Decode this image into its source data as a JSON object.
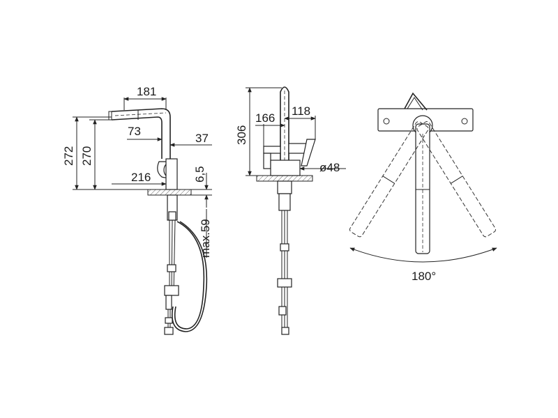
{
  "side_view": {
    "dim_spout_reach": "181",
    "dim_height_total": "272",
    "dim_height_inner": "270",
    "dim_spout_offset": "73",
    "dim_spout_dia": "37",
    "dim_base_reach": "216",
    "dim_counter_gap": "6,5",
    "dim_max_thickness": "max.59"
  },
  "front_view": {
    "dim_height": "306",
    "dim_left": "166",
    "dim_right": "118",
    "dim_base_dia": "ø48"
  },
  "top_view": {
    "dim_rotation": "180°"
  }
}
